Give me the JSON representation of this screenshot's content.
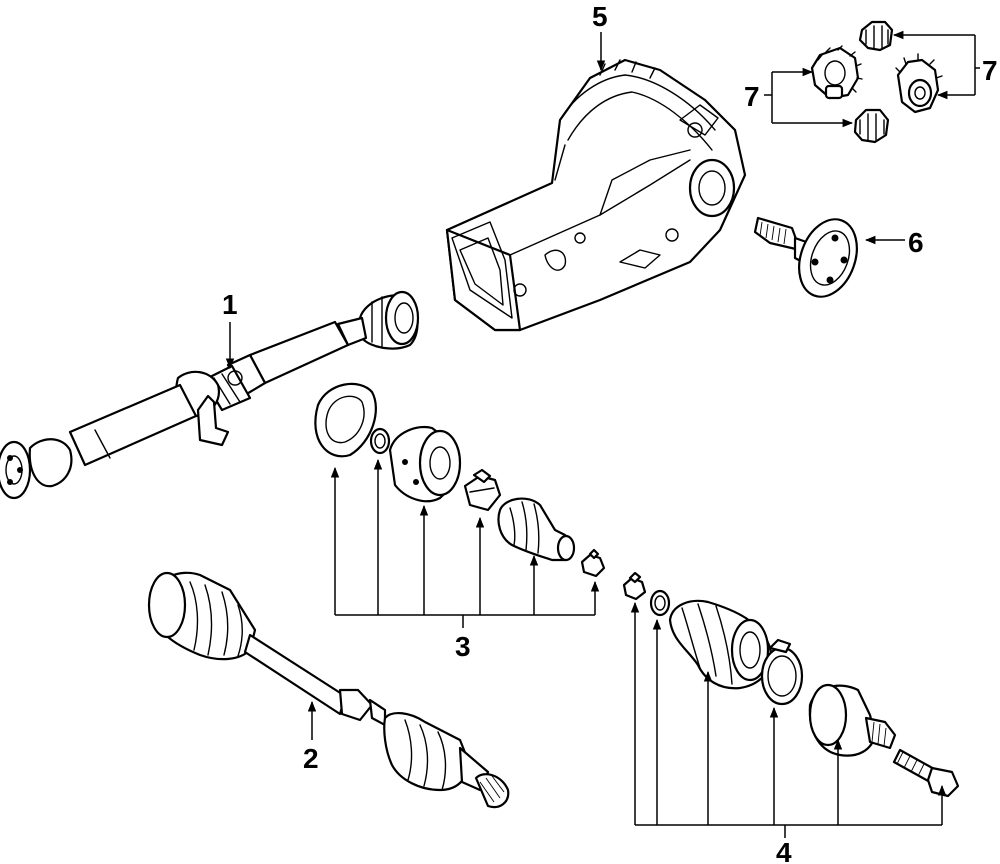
{
  "callouts": {
    "c1": "1",
    "c2": "2",
    "c3": "3",
    "c4": "4",
    "c5": "5",
    "c6": "6",
    "c7_left": "7",
    "c7_right": "7"
  }
}
